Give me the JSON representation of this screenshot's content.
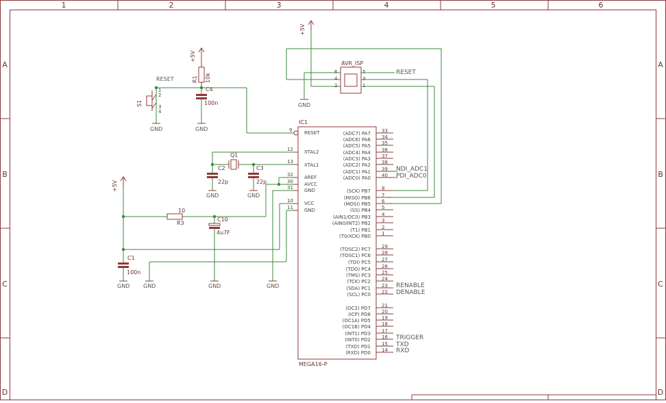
{
  "frame": {
    "columns": [
      "1",
      "2",
      "3",
      "4",
      "5",
      "6"
    ],
    "rows": [
      "A",
      "B",
      "C",
      "D"
    ]
  },
  "power": {
    "vcc_label": "+5V",
    "gnd_label": "GND"
  },
  "isp": {
    "name": "AVR_ISP",
    "pins_left": [
      "6",
      "4",
      "2"
    ],
    "pins_right": [
      "5",
      "3",
      "1"
    ],
    "reset_net": "RESET"
  },
  "reset_circuit": {
    "reset_net": "RESET",
    "switch_name": "S1",
    "switch_pins": [
      "1",
      "2",
      "3",
      "4"
    ],
    "resistor_name": "R1",
    "resistor_value": "10k",
    "cap_name": "C4",
    "cap_value": "100n"
  },
  "crystal": {
    "name": "Q1",
    "c2_name": "C2",
    "c2_value": "22p",
    "c3_name": "C3",
    "c3_value": "22p"
  },
  "filter": {
    "r3_name": "R3",
    "r3_value": "10",
    "c10_name": "C10",
    "c10_value": "4u7F",
    "c1_name": "C1",
    "c1_value": "100n"
  },
  "ic": {
    "name": "IC1",
    "part": "MEGA16-P",
    "left_pins": [
      {
        "num": "9",
        "name": "RESET"
      },
      {
        "num": "12",
        "name": "XTAL2"
      },
      {
        "num": "13",
        "name": "XTAL1"
      },
      {
        "num": "32",
        "name": "AREF"
      },
      {
        "num": "30",
        "name": "AVCC"
      },
      {
        "num": "31",
        "name": "GND"
      },
      {
        "num": "10",
        "name": "VCC"
      },
      {
        "num": "11",
        "name": "GND"
      }
    ],
    "right_pins": [
      {
        "num": "33",
        "name": "(ADC7) PA7"
      },
      {
        "num": "34",
        "name": "(ADC6) PA6"
      },
      {
        "num": "35",
        "name": "(ADC5) PA5"
      },
      {
        "num": "36",
        "name": "(ADC4) PA4"
      },
      {
        "num": "37",
        "name": "(ADC3) PA3"
      },
      {
        "num": "38",
        "name": "(ADC2) PA2"
      },
      {
        "num": "39",
        "name": "(ADC1) PA1"
      },
      {
        "num": "40",
        "name": "(ADC0) PA0"
      },
      {
        "num": "8",
        "name": "(SCK) PB7"
      },
      {
        "num": "7",
        "name": "(MISO) PB6"
      },
      {
        "num": "6",
        "name": "(MOSI) PB5"
      },
      {
        "num": "5",
        "name": "(SS) PB4"
      },
      {
        "num": "4",
        "name": "(AIN1/OC0) PB3"
      },
      {
        "num": "3",
        "name": "(AIN0/INT2) PB2"
      },
      {
        "num": "2",
        "name": "(T1) PB1"
      },
      {
        "num": "1",
        "name": "(T0/XCK) PB0"
      },
      {
        "num": "29",
        "name": "(TOSC2) PC7"
      },
      {
        "num": "28",
        "name": "(TOSC1) PC6"
      },
      {
        "num": "27",
        "name": "(TDI) PC5"
      },
      {
        "num": "26",
        "name": "(TDO) PC4"
      },
      {
        "num": "25",
        "name": "(TMS) PC3"
      },
      {
        "num": "24",
        "name": "(TCK) PC2"
      },
      {
        "num": "23",
        "name": "(SDA) PC1"
      },
      {
        "num": "22",
        "name": "(SCL) PC0"
      },
      {
        "num": "21",
        "name": "(OC2) PD7"
      },
      {
        "num": "20",
        "name": "(ICP) PD6"
      },
      {
        "num": "19",
        "name": "(OC1A) PD5"
      },
      {
        "num": "18",
        "name": "(OC1B) PD4"
      },
      {
        "num": "17",
        "name": "(INT1) PD3"
      },
      {
        "num": "16",
        "name": "(INT0) PD2"
      },
      {
        "num": "15",
        "name": "(TXD) PD1"
      },
      {
        "num": "14",
        "name": "(RXD) PD0"
      }
    ]
  },
  "nets": {
    "ndi_adc1": "NDI_ADC1",
    "pdi_adc0": "PDI_ADC0",
    "renable": "RENABLE",
    "denable": "DENABLE",
    "trigger": "TRIGGER",
    "txd": "TXD",
    "rxd": "RXD"
  }
}
